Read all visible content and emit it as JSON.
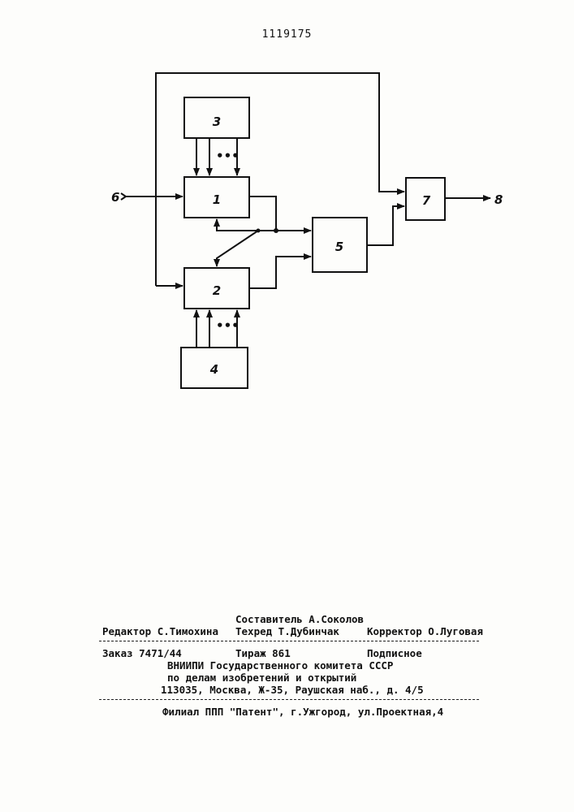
{
  "page_number": "1119175",
  "diagram": {
    "blocks": [
      "1",
      "2",
      "3",
      "4",
      "5",
      "7"
    ],
    "input_label": "6",
    "output_label": "8",
    "bus_dots": "•••"
  },
  "imprint": {
    "compiler": "Составитель А.Соколов",
    "editor": "Редактор С.Тимохина",
    "techred": "Техред Т.Дубинчак",
    "corrector": "Корректор О.Луговая",
    "order": "Заказ 7471/44",
    "circulation": "Тираж 861",
    "subscription": "Подписное",
    "org_line1": "ВНИИПИ Государственного комитета СССР",
    "org_line2": "по делам изобретений и открытий",
    "org_line3": "113035, Москва, Ж-35, Раушская наб., д. 4/5",
    "branch": "Филиал ППП \"Патент\", г.Ужгород, ул.Проектная,4"
  }
}
